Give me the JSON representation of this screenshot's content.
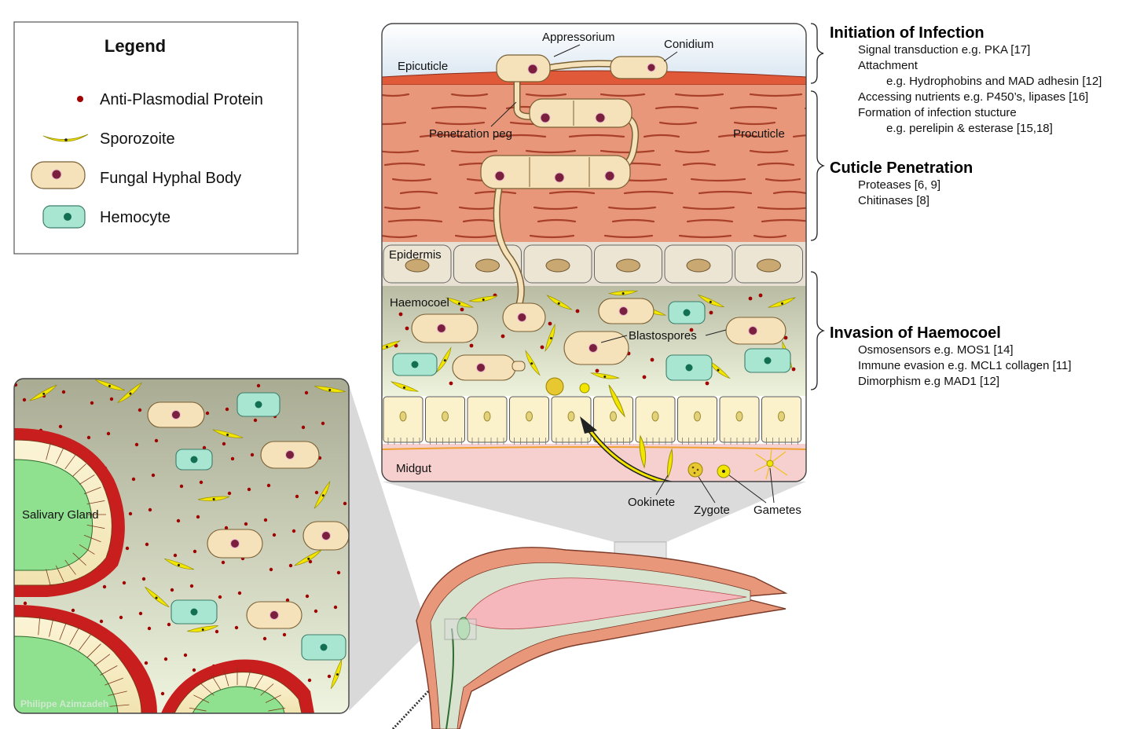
{
  "legend": {
    "title": "Legend",
    "items": [
      {
        "icon": "anti-plasmodial-protein-dot",
        "label": "Anti-Plasmodial Protein"
      },
      {
        "icon": "sporozoite-shape",
        "label": "Sporozoite"
      },
      {
        "icon": "fungal-hyphal-body-shape",
        "label": "Fungal Hyphal Body"
      },
      {
        "icon": "hemocyte-shape",
        "label": "Hemocyte"
      }
    ]
  },
  "layers": {
    "epicuticle": "Epicuticle",
    "procuticle": "Procuticle",
    "epidermis": "Epidermis",
    "haemocoel": "Haemocoel",
    "midgut": "Midgut"
  },
  "labels": {
    "appressorium": "Appressorium",
    "conidium": "Conidium",
    "penetration_peg": "Penetration peg",
    "blastospores": "Blastospores",
    "ookinete": "Ookinete",
    "zygote": "Zygote",
    "gametes": "Gametes",
    "salivary_gland": "Salivary Gland",
    "credit": "Philippe Azimzadeh"
  },
  "stages": [
    {
      "title": "Initiation of Infection",
      "lines": [
        {
          "text": "Signal transduction  e.g. PKA  [17]",
          "indent": 1
        },
        {
          "text": "Attachment",
          "indent": 1
        },
        {
          "text": "e.g. Hydrophobins and MAD adhesin  [12]",
          "indent": 2
        },
        {
          "text": "Accessing nutrients  e.g. P450’s, lipases  [16]",
          "indent": 1
        },
        {
          "text": "Formation of infection stucture",
          "indent": 1
        },
        {
          "text": "e.g. perelipin & esterase  [15,18]",
          "indent": 2
        }
      ]
    },
    {
      "title": "Cuticle Penetration",
      "lines": [
        {
          "text": "Proteases  [6, 9]",
          "indent": 1
        },
        {
          "text": "Chitinases  [8]",
          "indent": 1
        }
      ]
    },
    {
      "title": "Invasion of Haemocoel",
      "lines": [
        {
          "text": "Osmosensors  e.g. MOS1 [14]",
          "indent": 1
        },
        {
          "text": "Immune evasion  e.g. MCL1 collagen  [11]",
          "indent": 1
        },
        {
          "text": "Dimorphism  e.g MAD1  [12]",
          "indent": 1
        }
      ]
    }
  ],
  "colors": {
    "protein": "#a00000",
    "sporozoite": "#f2e600",
    "hyphal_body": "#f5e2bb",
    "hemocyte": "#a8e6d2",
    "procuticle": "#e9977a",
    "midgut": "#f6cfcf",
    "gland": "#8fe08f"
  }
}
